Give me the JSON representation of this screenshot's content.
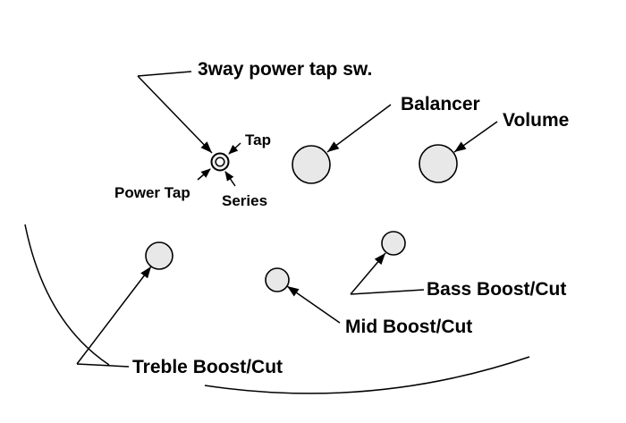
{
  "diagram": {
    "title": "3way power tap sw.",
    "switch_positions": {
      "tap": "Tap",
      "power_tap": "Power Tap",
      "series": "Series"
    },
    "controls": {
      "balancer": "Balancer",
      "volume": "Volume",
      "bass": "Bass Boost/Cut",
      "mid": "Mid Boost/Cut",
      "treble": "Treble Boost/Cut"
    },
    "colors": {
      "line": "#000000",
      "knob_fill": "#e8e8e8",
      "background": "#ffffff"
    }
  }
}
